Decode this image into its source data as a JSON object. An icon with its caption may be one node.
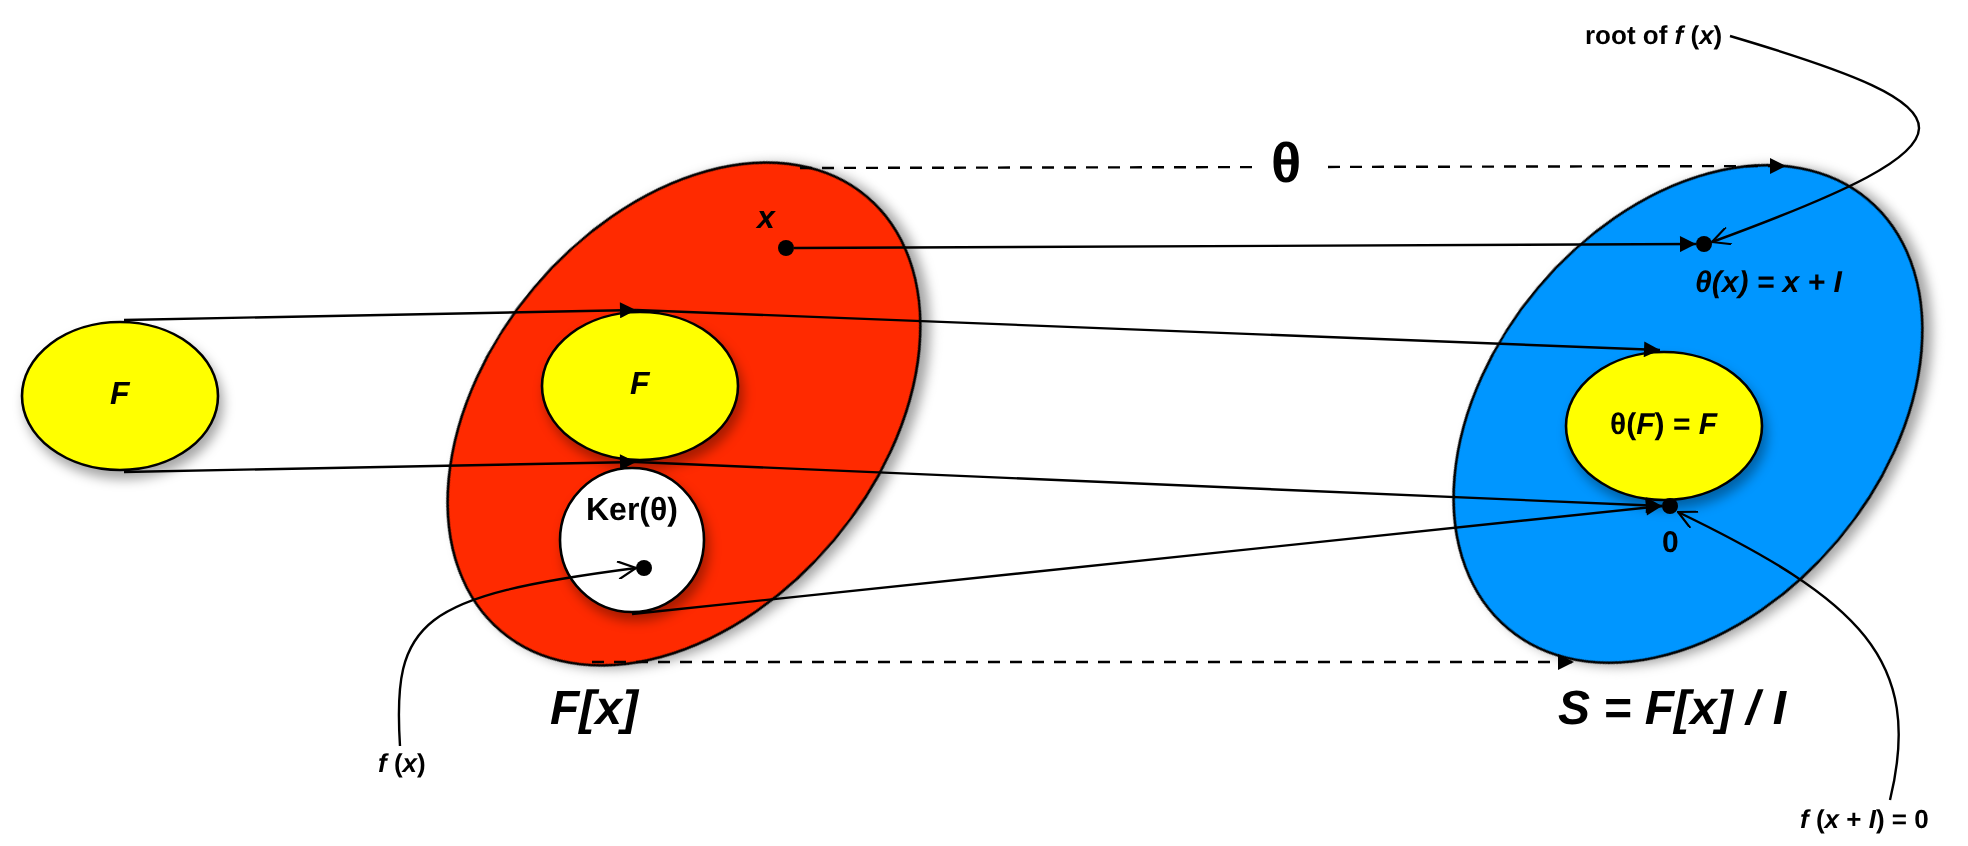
{
  "diagram": {
    "nodes": [
      {
        "text": [
          "F"
        ]
      },
      {
        "text": [
          "F[x]"
        ]
      },
      {
        "text": [
          "F"
        ],
        "in": 1
      },
      {
        "text": [
          "Ker(θ)"
        ],
        "in": 1
      },
      {
        "text": [
          "x"
        ],
        "in": 1
      },
      {
        "text": [],
        "shape": "circle",
        "in": 3
      },
      {
        "text": [
          "S = F[x] / I"
        ]
      },
      {
        "text": [
          "θ(x) = x + I"
        ],
        "in": 6
      },
      {
        "text": [
          "θ(*F*) = *F*"
        ],
        "in": 6
      },
      {
        "text": [
          "0"
        ],
        "in": 6
      },
      {
        "text": [
          "root of *f* (*x*)"
        ]
      },
      {
        "text": [
          "*f* (*x*)"
        ]
      },
      {
        "text": [
          "*f* (*x* + *I*) = 0"
        ]
      }
    ],
    "edges": [
      {
        "from": 1,
        "to": 6,
        "arrow": "to",
        "label": "θ",
        "style": "dashed"
      },
      {
        "from": 1,
        "to": 6,
        "arrow": "to",
        "style": "dashed"
      },
      {
        "from": 4,
        "to": 7,
        "arrow": "to"
      },
      {
        "from": 0,
        "to": 2,
        "arrow": "to"
      },
      {
        "from": 2,
        "to": 8,
        "arrow": "to"
      },
      {
        "from": 0,
        "to": 2,
        "arrow": "to"
      },
      {
        "from": 2,
        "to": 9,
        "arrow": "to"
      },
      {
        "from": 3,
        "to": 9,
        "arrow": "to"
      },
      {
        "from": 11,
        "to": 5,
        "arrow": "to"
      },
      {
        "from": 10,
        "to": 7,
        "arrow": "to"
      },
      {
        "from": 12,
        "to": 9,
        "arrow": "to"
      }
    ]
  }
}
